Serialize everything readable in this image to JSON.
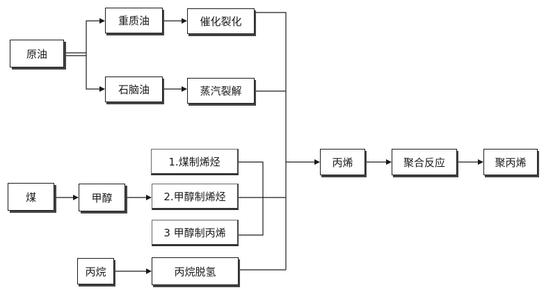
{
  "nodes": {
    "crude_oil": "原油",
    "heavy_oil": "重质油",
    "catalytic_cracking": "催化裂化",
    "naphtha": "石脑油",
    "steam_cracking": "蒸汽裂解",
    "coal": "煤",
    "methanol": "甲醇",
    "cto": "1.煤制烯烃",
    "mto": "2.甲醇制烯烃",
    "mtp": "3 甲醇制丙烯",
    "propane": "丙烷",
    "propane_dehydro": "丙烷脱氢",
    "propylene": "丙烯",
    "polymerization": "聚合反应",
    "polypropylene": "聚丙烯"
  },
  "colors": {
    "line": "#1a1a1a",
    "box_border": "#1a1a1a",
    "shadow": "#6f6f6f"
  }
}
